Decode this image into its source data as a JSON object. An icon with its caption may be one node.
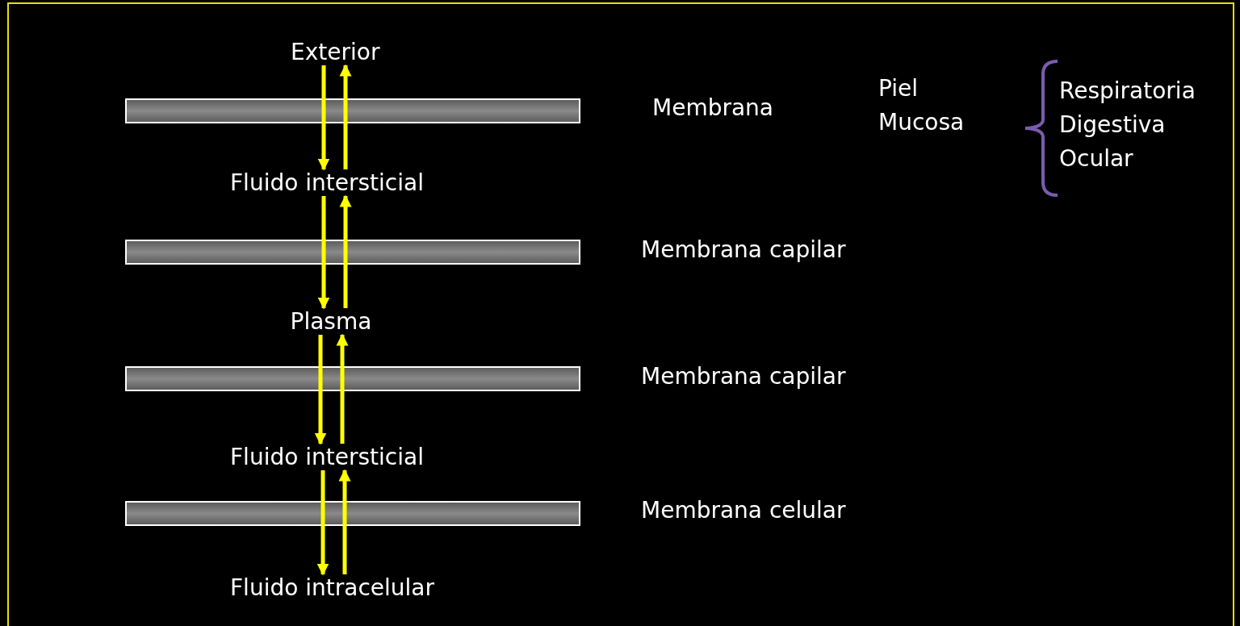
{
  "diagram": {
    "nodes": [
      {
        "text": [
          "Exterior"
        ]
      },
      {
        "text": [
          "Fluido intersticial"
        ]
      },
      {
        "text": [
          "Plasma"
        ]
      },
      {
        "text": [
          "Fluido intersticial"
        ]
      },
      {
        "text": [
          "Fluido intracelular"
        ]
      }
    ],
    "edges": [
      {
        "from": 0,
        "to": 1,
        "arrow": "to"
      },
      {
        "from": 1,
        "to": 0,
        "arrow": "to"
      },
      {
        "from": 1,
        "to": 2,
        "arrow": "to"
      },
      {
        "from": 2,
        "to": 1,
        "arrow": "to"
      },
      {
        "from": 2,
        "to": 3,
        "arrow": "to"
      },
      {
        "from": 3,
        "to": 2,
        "arrow": "to"
      },
      {
        "from": 3,
        "to": 4,
        "arrow": "to"
      },
      {
        "from": 4,
        "to": 3,
        "arrow": "to"
      }
    ],
    "labels": [
      "Membrana",
      "Piel",
      "Mucosa",
      "Respiratoria",
      "Digestiva",
      "Ocular",
      "Membrana capilar",
      "Membrana capilar",
      "Membrana celular"
    ]
  }
}
